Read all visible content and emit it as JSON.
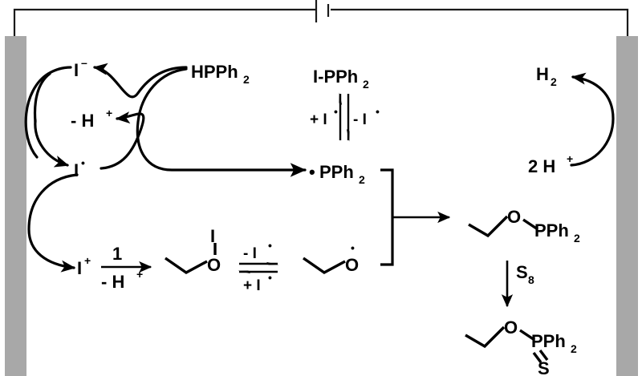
{
  "figure": {
    "kind": "electrochemical-reaction-scheme",
    "colors": {
      "electrode_gray": "#a8a8a8",
      "ink_black": "#000000",
      "wire_gray": "#1a1a1a",
      "background": "#ffffff"
    }
  },
  "circuit": {
    "anode_label": "anode-electrode",
    "cathode_label": "cathode-electrode",
    "power_supply_label": "battery-symbol"
  },
  "anode_cycle": {
    "iodide": {
      "base": "I",
      "sup": "–"
    },
    "iodine_radical": {
      "base": "I",
      "sup": "•"
    },
    "iodine_cation": {
      "base": "I",
      "sup": "+"
    },
    "proton_loss": {
      "base": "- H",
      "sup": "+"
    },
    "phosphine": {
      "base": "HPPh",
      "sub": "2"
    }
  },
  "cathode_cycle": {
    "dihydrogen": {
      "base": "H",
      "sub": "2"
    },
    "protons": {
      "base": "2 H",
      "sup": "+"
    }
  },
  "phosphorus_equilibrium": {
    "top_species": {
      "base": "I-PPh",
      "sub": "2"
    },
    "bottom_species": {
      "prefix": "•",
      "base": "PPh",
      "sub": "2"
    },
    "left_label": {
      "base": "+ I",
      "sup": "•"
    },
    "right_label": {
      "base": "- I",
      "sup": "•"
    }
  },
  "alcohol_branch": {
    "reagent_number": "1",
    "proton_loss": {
      "base": "- H",
      "sup": "+"
    },
    "hypoiodite": {
      "iodine": "I",
      "oxygen": "O"
    },
    "alkoxy_radical": {
      "oxygen": "O",
      "radical": "•"
    },
    "equilibrium_top": {
      "base": "- I",
      "sup": "•"
    },
    "equilibrium_bottom": {
      "base": "+ I",
      "sup": "•"
    }
  },
  "products": {
    "phosphinite": {
      "oxygen": "O",
      "group": "PPh",
      "sub": "2"
    },
    "sulfur_reagent": {
      "base": "S",
      "sub": "8"
    },
    "thiophosphinate": {
      "oxygen": "O",
      "group": "PPh",
      "sub": "2",
      "sulfur": "S"
    }
  }
}
